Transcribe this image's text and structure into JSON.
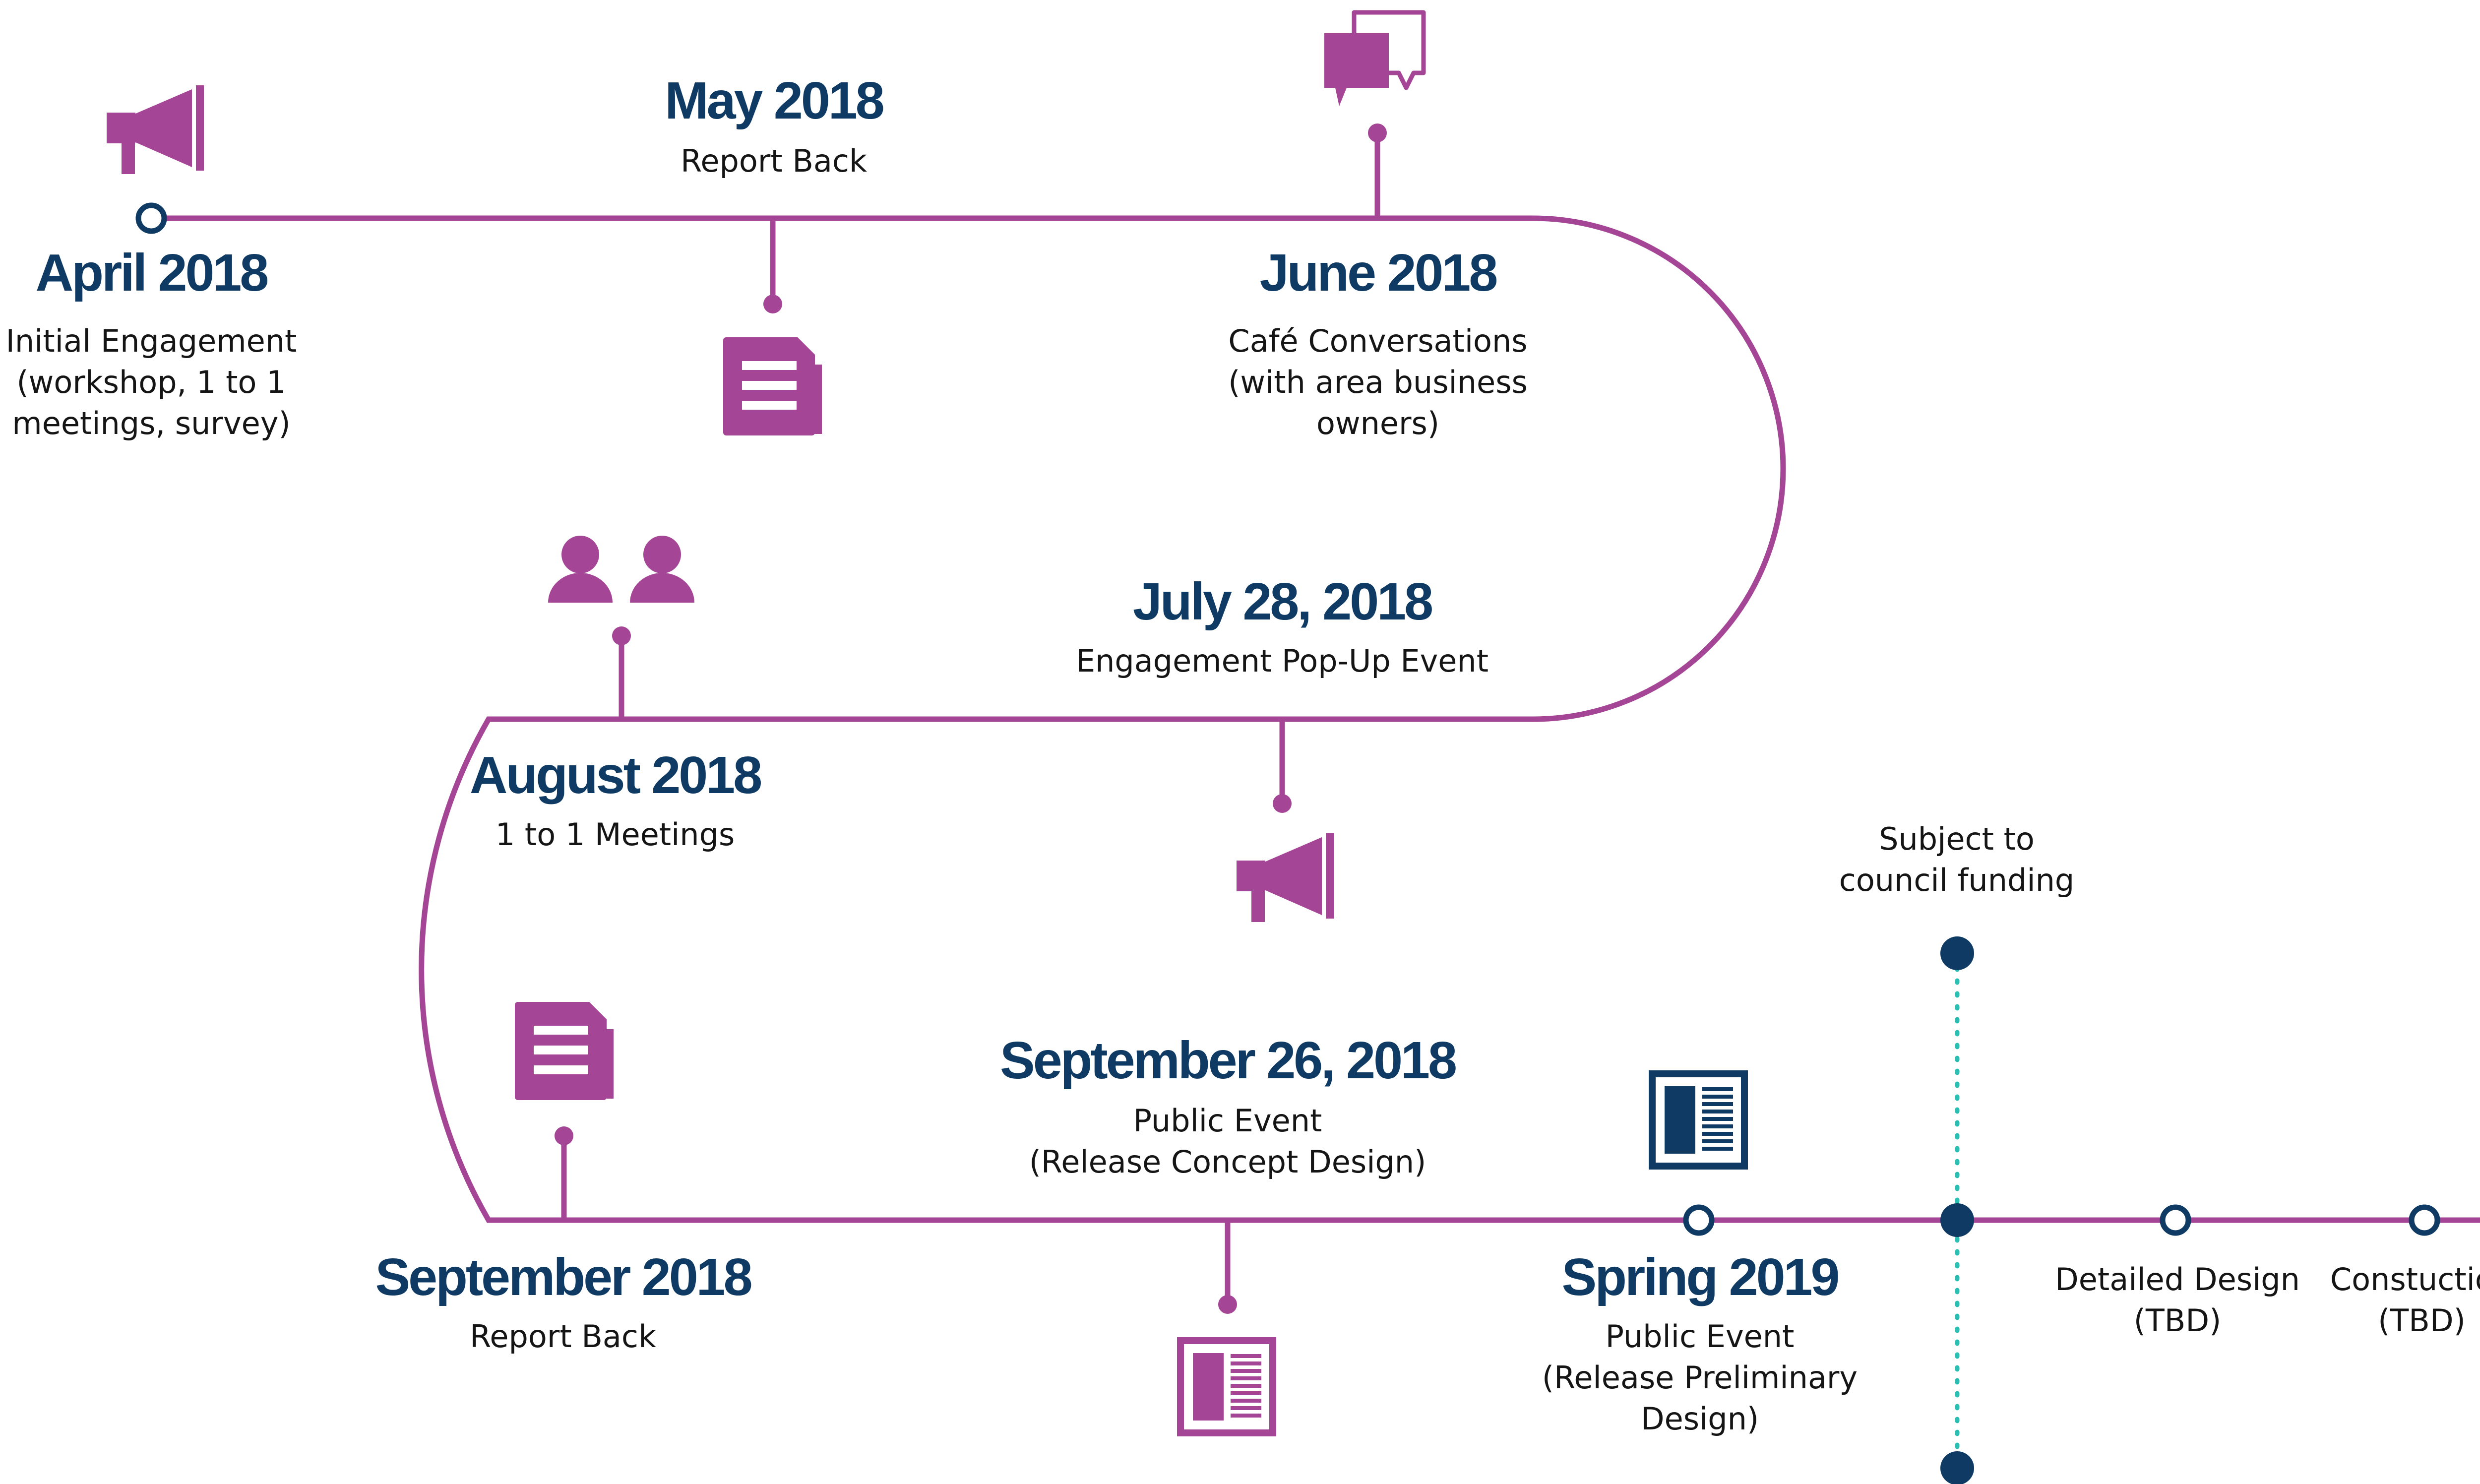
{
  "colors": {
    "track": "#a54596",
    "navy": "#0e3a63",
    "teal": "#2bbfb4",
    "text": "#151515"
  },
  "milestones": [
    {
      "id": "apr-2018",
      "date": "April 2018",
      "description": "Initial Engagement\n(workshop, 1 to 1\nmeetings, survey)",
      "icon": "megaphone-icon"
    },
    {
      "id": "may-2018",
      "date": "May 2018",
      "description": "Report Back",
      "icon": "newsletter-icon"
    },
    {
      "id": "jun-2018",
      "date": "June 2018",
      "description": "Café Conversations\n(with area business\nowners)",
      "icon": "speech-bubbles-icon"
    },
    {
      "id": "jul-2018",
      "date": "July 28, 2018",
      "description": "Engagement Pop-Up Event",
      "icon": "megaphone-icon"
    },
    {
      "id": "aug-2018",
      "date": "August 2018",
      "description": "1 to 1 Meetings",
      "icon": "people-icon"
    },
    {
      "id": "sep-2018",
      "date": "September 2018",
      "description": "Report Back",
      "icon": "newsletter-icon"
    },
    {
      "id": "sep26-2018",
      "date": "September 26, 2018",
      "description": "Public Event\n(Release Concept Design)",
      "icon": "newspaper-icon"
    },
    {
      "id": "spr-2019",
      "date": "Spring 2019",
      "description": "Public Event\n(Release Preliminary\nDesign)",
      "icon": "newspaper-icon"
    }
  ],
  "funding_note": "Subject to\ncouncil funding",
  "future_phases": [
    {
      "id": "detailed-design",
      "label": "Detailed Design\n(TBD)"
    },
    {
      "id": "construction",
      "label": "Constuction\n(TBD)"
    }
  ]
}
